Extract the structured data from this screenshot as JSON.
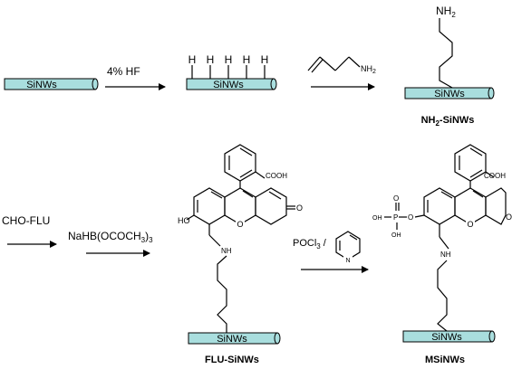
{
  "colors": {
    "nanowire_fill": "#a9dede",
    "ink": "#000000",
    "background": "#ffffff"
  },
  "wire_label": "SiNWs",
  "steps": {
    "hf_label": "4% HF",
    "cho_flu_label": "CHO-FLU",
    "reductant_label": "NaHB(OCOCH",
    "reductant_sub": "3",
    "reductant_close": ")",
    "reductant_sub2": "3",
    "pocl3_label": "POCl",
    "pocl3_sub": "3",
    "pocl3_sep": " /"
  },
  "compounds": {
    "nh2_sinws": {
      "prefix": "NH",
      "sub": "2",
      "suffix": "-SiNWs"
    },
    "flu_sinws": "FLU-SiNWs",
    "msinws": "MSiNWs"
  },
  "atoms": {
    "h": "H",
    "nh2_main": "NH",
    "nh2_sub": "2",
    "nh": "NH",
    "n": "N",
    "ho": "HO",
    "o": "O",
    "cooh": "COOH",
    "p": "P",
    "oh": "OH"
  }
}
